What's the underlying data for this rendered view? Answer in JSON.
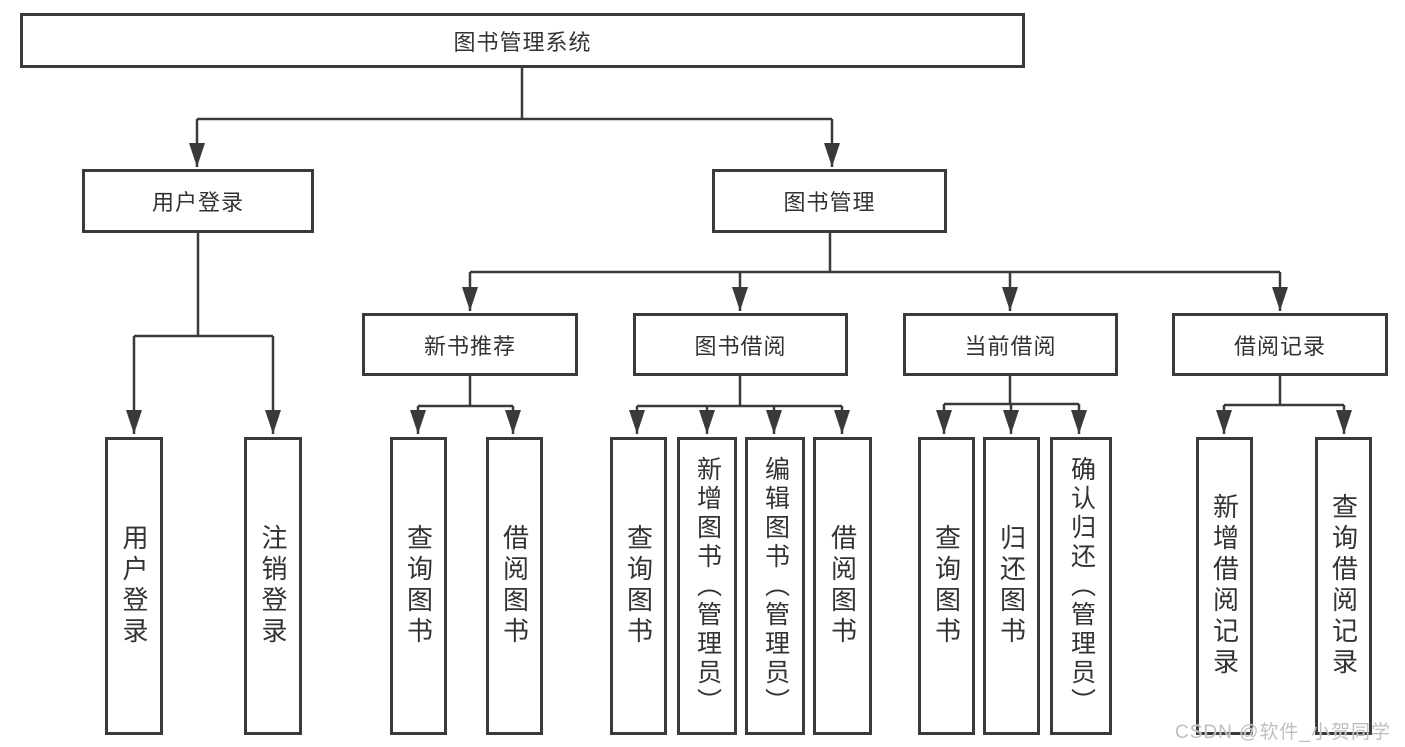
{
  "colors": {
    "line": "#3a3a3a",
    "box_border": "#3a3a3a",
    "text": "#333333",
    "watermark": "#bfbfbf",
    "background": "#ffffff"
  },
  "watermark": {
    "text": "CSDN @软件_小贺同学"
  },
  "tree": {
    "label": "图书管理系统",
    "children": [
      {
        "label": "用户登录",
        "children": [
          {
            "label": "用户登录"
          },
          {
            "label": "注销登录"
          }
        ]
      },
      {
        "label": "图书管理",
        "children": [
          {
            "label": "新书推荐",
            "children": [
              {
                "label": "查询图书"
              },
              {
                "label": "借阅图书"
              }
            ]
          },
          {
            "label": "图书借阅",
            "children": [
              {
                "label": "查询图书"
              },
              {
                "label": "新增图书（管理员）"
              },
              {
                "label": "编辑图书（管理员）"
              },
              {
                "label": "借阅图书"
              }
            ]
          },
          {
            "label": "当前借阅",
            "children": [
              {
                "label": "查询图书"
              },
              {
                "label": "归还图书"
              },
              {
                "label": "确认归还（管理员）"
              }
            ]
          },
          {
            "label": "借阅记录",
            "children": [
              {
                "label": "新增借阅记录"
              },
              {
                "label": "查询借阅记录"
              }
            ]
          }
        ]
      }
    ]
  }
}
